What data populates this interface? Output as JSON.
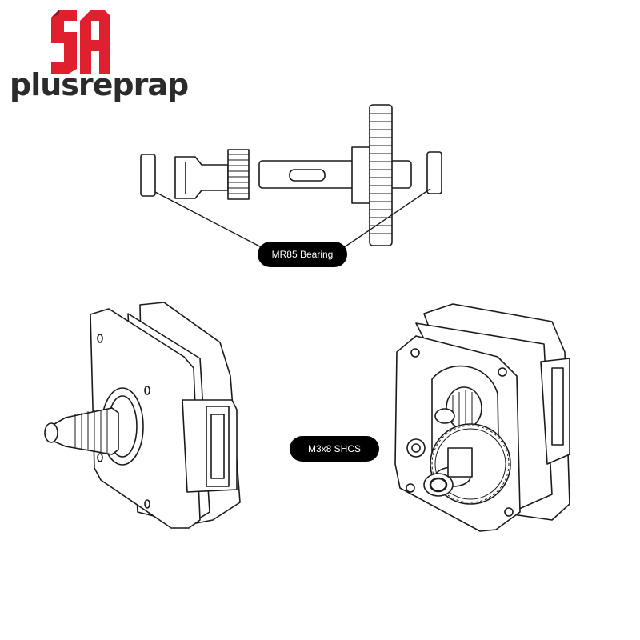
{
  "logo": {
    "mark_text": "SA",
    "wordmark": "plusreprap",
    "mark_color": "#e0202e",
    "text_color": "#2b2b2b"
  },
  "callouts": {
    "bearing_label": "MR85 Bearing",
    "screw_label": "M3x8 SHCS"
  },
  "palette": {
    "line": "#1a1a1a",
    "fill": "#ffffff",
    "pill": "#000000",
    "pill_text": "#ffffff"
  }
}
